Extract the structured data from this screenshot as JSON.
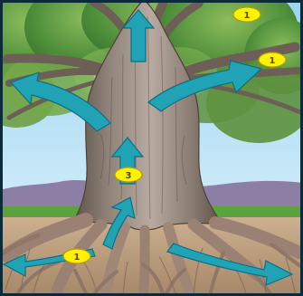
{
  "image": {
    "subject": "tree-water-transport-diagram"
  },
  "markers": [
    {
      "id": "marker-top",
      "label": "1"
    },
    {
      "id": "marker-upper-right",
      "label": "1"
    },
    {
      "id": "marker-trunk",
      "label": "3"
    },
    {
      "id": "marker-roots",
      "label": "1"
    }
  ],
  "colors": {
    "arrow_fill": "#1fa3b5",
    "arrow_stroke": "#0f6f82",
    "marker_fill": "#fff200",
    "marker_stroke": "#b49b00",
    "sky_top": "#9bd4f2",
    "sky_bottom": "#e5f5fb",
    "hill_color": "#8d7ea6",
    "grass_color": "#5aa33e",
    "soil_color": "#c7a787",
    "trunk_mid": "#8f837a",
    "trunk_light": "#b8aaa0",
    "trunk_dark": "#5d5048",
    "foliage_dark": "#2f6d2a",
    "foliage_mid": "#4f8f3a",
    "foliage_light": "#7cae53",
    "frame_color": "#0b2b3a"
  }
}
